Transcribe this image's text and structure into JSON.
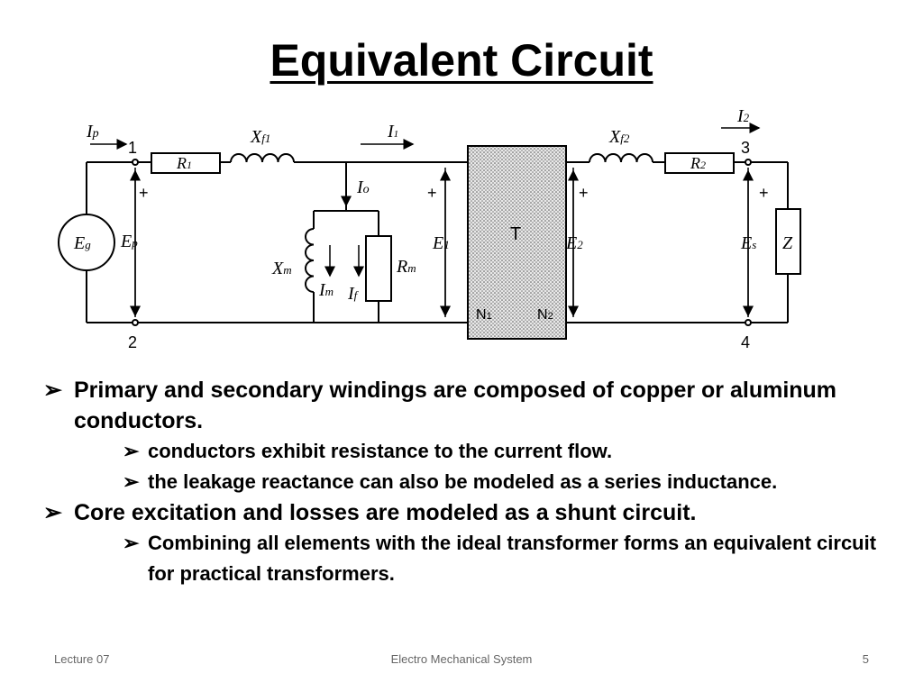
{
  "title": "Equivalent Circuit",
  "diagram": {
    "labels": {
      "ip": "I",
      "ip_sub": "p",
      "n1": "1",
      "n2": "2",
      "n3": "3",
      "n4": "4",
      "r1": "R",
      "r1_sub": "1",
      "xf1": "X",
      "xf1_sub": "f1",
      "i1": "I",
      "i1_sub": "1",
      "io": "I",
      "io_sub": "o",
      "xf2": "X",
      "xf2_sub": "f2",
      "r2": "R",
      "r2_sub": "2",
      "i2": "I",
      "i2_sub": "2",
      "eg": "E",
      "eg_sub": "g",
      "ep": "E",
      "ep_sub": "p",
      "xm": "X",
      "xm_sub": "m",
      "im": "I",
      "im_sub": "m",
      "if": "I",
      "if_sub": "f",
      "rm": "R",
      "rm_sub": "m",
      "e1": "E",
      "e1_sub": "1",
      "t": "T",
      "e2": "E",
      "e2_sub": "2",
      "es": "E",
      "es_sub": "s",
      "z": "Z",
      "wn1": "N",
      "wn1_sub": "1",
      "wn2": "N",
      "wn2_sub": "2",
      "plus": "+"
    }
  },
  "bullets": [
    {
      "arrow": "➢",
      "text": "Primary and secondary windings are composed of copper or aluminum conductors.",
      "sub": [
        {
          "arrow": "➢",
          "text": "conductors exhibit resistance to the current flow."
        },
        {
          "arrow": "➢",
          "text": "the leakage reactance can also be modeled as a series inductance."
        }
      ]
    },
    {
      "arrow": "➢",
      "text": "Core excitation and losses are modeled as a shunt circuit.",
      "sub": [
        {
          "arrow": "➢",
          "text": "Combining all elements with the ideal transformer forms an equivalent circuit for practical transformers."
        }
      ]
    }
  ],
  "footer": {
    "left": "Lecture 07",
    "center": "Electro Mechanical System",
    "right": "5"
  }
}
